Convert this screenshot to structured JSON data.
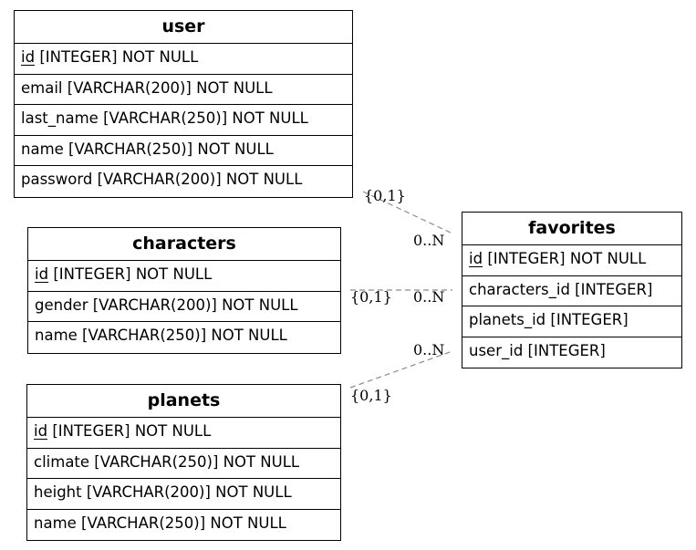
{
  "entities": {
    "user": {
      "title": "user",
      "fields": [
        {
          "name": "id",
          "type": "[INTEGER] NOT NULL",
          "pk": true
        },
        {
          "name": "email",
          "type": "[VARCHAR(200)] NOT NULL",
          "pk": false
        },
        {
          "name": "last_name",
          "type": "[VARCHAR(250)] NOT NULL",
          "pk": false
        },
        {
          "name": "name",
          "type": "[VARCHAR(250)] NOT NULL",
          "pk": false
        },
        {
          "name": "password",
          "type": "[VARCHAR(200)] NOT NULL",
          "pk": false
        }
      ]
    },
    "characters": {
      "title": "characters",
      "fields": [
        {
          "name": "id",
          "type": "[INTEGER] NOT NULL",
          "pk": true
        },
        {
          "name": "gender",
          "type": "[VARCHAR(200)] NOT NULL",
          "pk": false
        },
        {
          "name": "name",
          "type": "[VARCHAR(250)] NOT NULL",
          "pk": false
        }
      ]
    },
    "planets": {
      "title": "planets",
      "fields": [
        {
          "name": "id",
          "type": "[INTEGER] NOT NULL",
          "pk": true
        },
        {
          "name": "climate",
          "type": "[VARCHAR(250)] NOT NULL",
          "pk": false
        },
        {
          "name": "height",
          "type": "[VARCHAR(200)] NOT NULL",
          "pk": false
        },
        {
          "name": "name",
          "type": "[VARCHAR(250)] NOT NULL",
          "pk": false
        }
      ]
    },
    "favorites": {
      "title": "favorites",
      "fields": [
        {
          "name": "id",
          "type": "[INTEGER] NOT NULL",
          "pk": true
        },
        {
          "name": "characters_id",
          "type": "[INTEGER]",
          "pk": false
        },
        {
          "name": "planets_id",
          "type": "[INTEGER]",
          "pk": false
        },
        {
          "name": "user_id",
          "type": "[INTEGER]",
          "pk": false
        }
      ]
    }
  },
  "relations": [
    {
      "from": "user",
      "to": "favorites",
      "from_card": "{0,1}",
      "to_card": "0..N"
    },
    {
      "from": "characters",
      "to": "favorites",
      "from_card": "{0,1}",
      "to_card": "0..N"
    },
    {
      "from": "planets",
      "to": "favorites",
      "from_card": "{0,1}",
      "to_card": "0..N"
    }
  ],
  "colors": {
    "border": "#000000",
    "link": "#8c8c8c",
    "background": "#ffffff"
  }
}
